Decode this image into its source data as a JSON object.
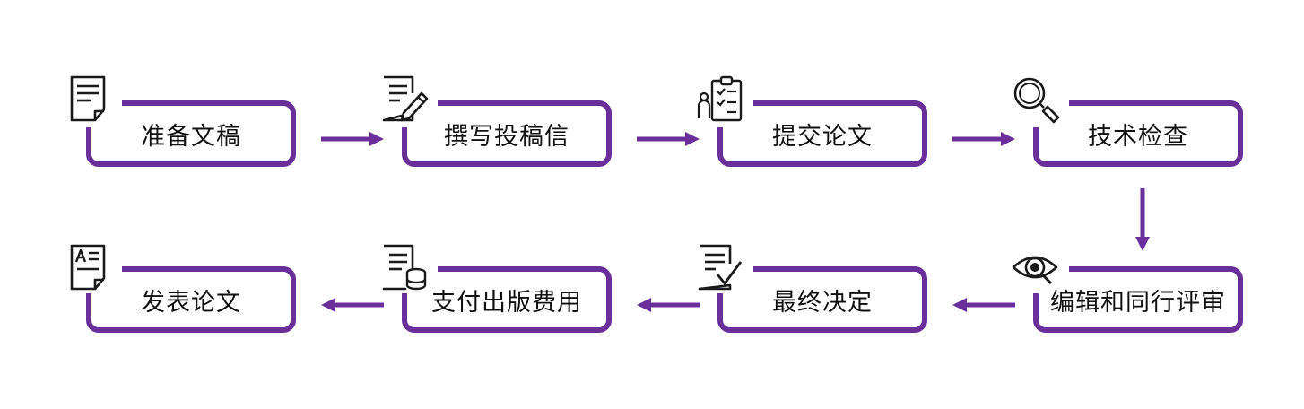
{
  "steps": [
    {
      "label": "准备文稿",
      "icon": "document-icon"
    },
    {
      "label": "撰写投稿信",
      "icon": "edit-document-icon"
    },
    {
      "label": "提交论文",
      "icon": "checklist-person-icon"
    },
    {
      "label": "技术检查",
      "icon": "magnifier-icon"
    },
    {
      "label": "编辑和同行评审",
      "icon": "eye-icon"
    },
    {
      "label": "最终决定",
      "icon": "document-check-icon"
    },
    {
      "label": "支付出版费用",
      "icon": "document-coins-icon"
    },
    {
      "label": "发表论文",
      "icon": "text-document-icon"
    }
  ],
  "colors": {
    "accent": "#6a2f9b",
    "icon": "#1a1a1a"
  }
}
